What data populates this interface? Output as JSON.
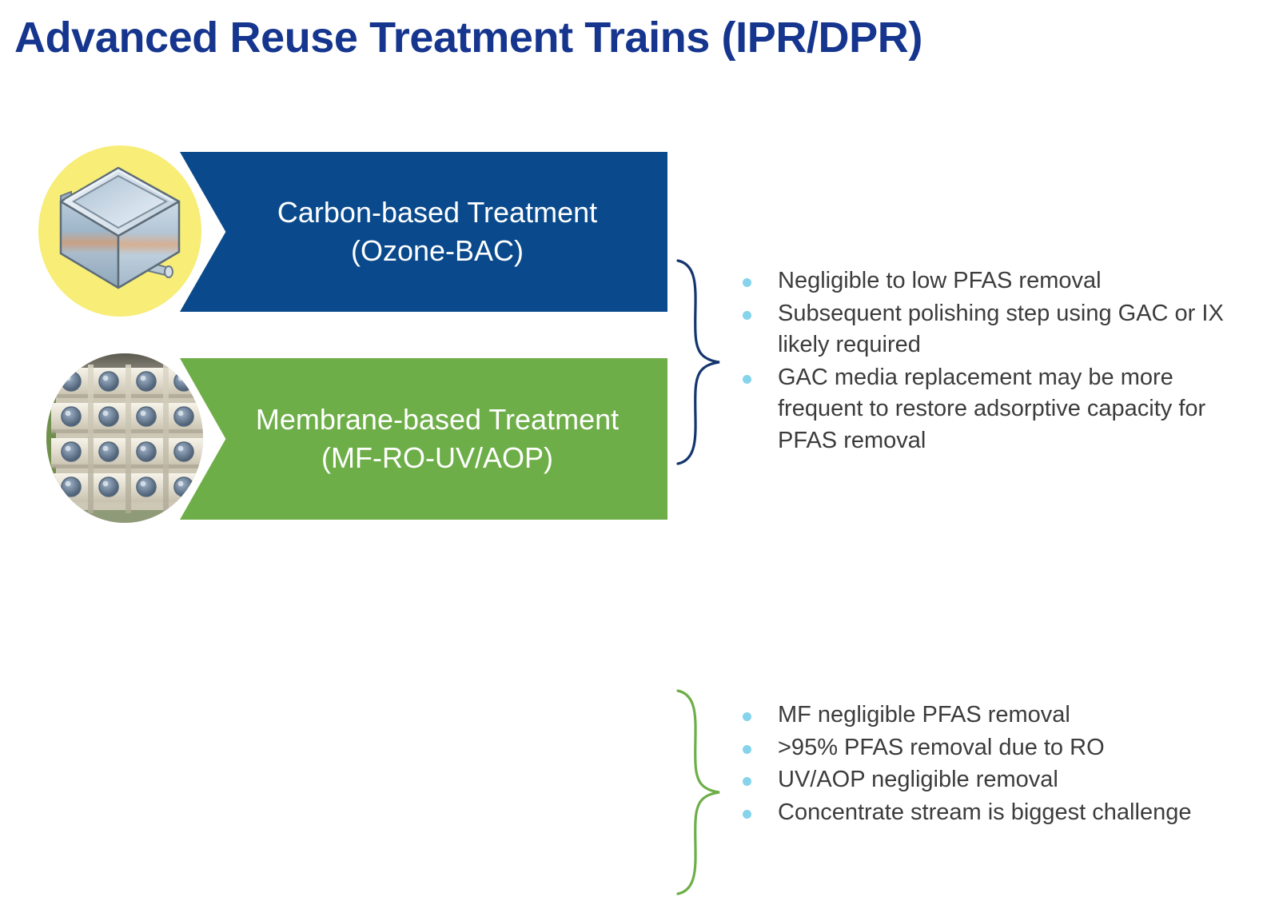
{
  "slide": {
    "title": "Advanced Reuse Treatment Trains (IPR/DPR)",
    "title_color": "#15358E",
    "background": "#FFFFFF"
  },
  "rows": [
    {
      "key": "carbon",
      "banner_label": "Carbon-based Treatment (Ozone-BAC)",
      "banner_color": "#0A4A8C",
      "badge_icon": "treatment-basin-icon",
      "badge_background": "#F7ED77",
      "brace_color": "#14356E",
      "bullet_color": "#86D3EC",
      "bullets": [
        "Negligible to low PFAS removal",
        "Subsequent polishing step using GAC or IX likely required",
        "GAC media replacement may be more frequent to restore adsorptive capacity for PFAS removal"
      ]
    },
    {
      "key": "membrane",
      "banner_label": "Membrane-based Treatment (MF-RO-UV/AOP)",
      "banner_color": "#6EAE48",
      "badge_icon": "ro-membrane-vessels-photo",
      "badge_background": "#CFC9B4",
      "brace_color": "#6EAE48",
      "bullet_color": "#86D3EC",
      "bullets": [
        "MF negligible PFAS removal",
        ">95% PFAS removal due to RO",
        "UV/AOP negligible removal",
        "Concentrate stream is biggest challenge"
      ]
    }
  ]
}
